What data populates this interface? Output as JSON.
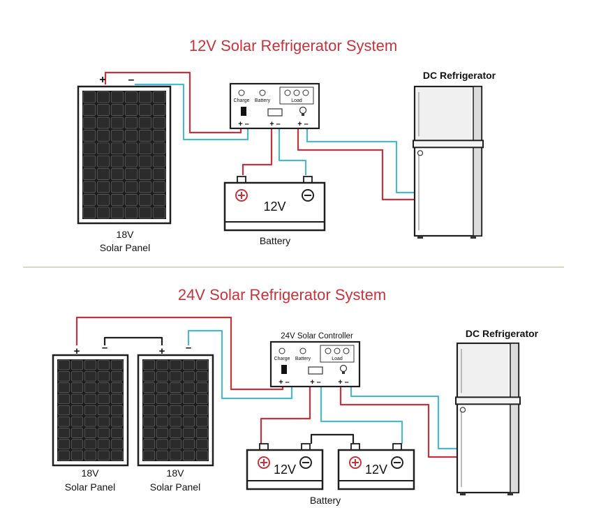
{
  "colors": {
    "title": "#c8323a",
    "positive_wire": "#c8323a",
    "negative_wire": "#4fb6cf",
    "outline": "#1e1e1e",
    "divider": "#c9cfa8"
  },
  "top": {
    "title": "12V Solar Refrigerator System",
    "panel": {
      "plus": "+",
      "minus": "–",
      "voltage": "18V",
      "label": "Solar Panel"
    },
    "controller": {
      "charge": "Charge",
      "battery": "Battery",
      "load": "Load",
      "pm1": "+ –",
      "pm2": "+ –",
      "pm3": "+ –"
    },
    "battery": {
      "voltage": "12V",
      "label": "Battery"
    },
    "fridge": {
      "label": "DC Refrigerator"
    }
  },
  "bottom": {
    "title": "24V Solar Refrigerator System",
    "panel1": {
      "plus": "+",
      "minus": "–",
      "voltage": "18V",
      "label": "Solar Panel"
    },
    "panel2": {
      "plus": "+",
      "minus": "–",
      "voltage": "18V",
      "label": "Solar Panel"
    },
    "controller": {
      "title": "24V Solar Controller",
      "charge": "Charge",
      "battery": "Battery",
      "load": "Load",
      "pm1": "+ –",
      "pm2": "+ –",
      "pm3": "+ –"
    },
    "battery1": {
      "voltage": "12V"
    },
    "battery2": {
      "voltage": "12V"
    },
    "battery_label": "Battery",
    "fridge": {
      "label": "DC Refrigerator"
    }
  }
}
